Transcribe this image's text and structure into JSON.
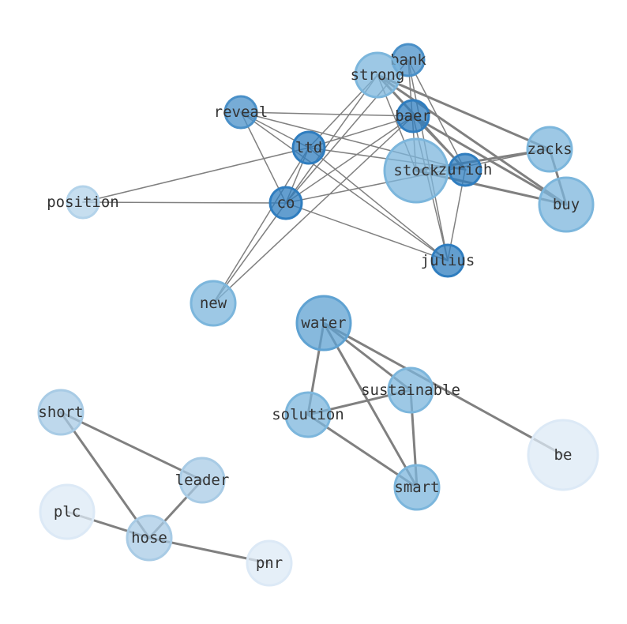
{
  "nodes": [
    {
      "id": "bank",
      "label": "bank",
      "color": "#4a90c8"
    },
    {
      "id": "strong",
      "label": "strong",
      "color": "#7cb6dc"
    },
    {
      "id": "reveal",
      "label": "reveal",
      "color": "#4a90c8"
    },
    {
      "id": "baer",
      "label": "baer",
      "color": "#2f7dbf"
    },
    {
      "id": "ltd",
      "label": "ltd",
      "color": "#2f7dbf"
    },
    {
      "id": "stock",
      "label": "stock",
      "color": "#7cb6dc"
    },
    {
      "id": "zurich",
      "label": "zurich",
      "color": "#2f7dbf"
    },
    {
      "id": "zacks",
      "label": "zacks",
      "color": "#7cb6dc"
    },
    {
      "id": "buy",
      "label": "buy",
      "color": "#7cb6dc"
    },
    {
      "id": "position",
      "label": "position",
      "color": "#b3d3ea"
    },
    {
      "id": "co",
      "label": "co",
      "color": "#2f7dbf"
    },
    {
      "id": "julius",
      "label": "julius",
      "color": "#2f7dbf"
    },
    {
      "id": "new",
      "label": "new",
      "color": "#7cb6dc"
    },
    {
      "id": "water",
      "label": "water",
      "color": "#5fa2d2"
    },
    {
      "id": "sustainable",
      "label": "sustainable",
      "color": "#7cb6dc"
    },
    {
      "id": "solution",
      "label": "solution",
      "color": "#7cb6dc"
    },
    {
      "id": "smart",
      "label": "smart",
      "color": "#7cb6dc"
    },
    {
      "id": "be",
      "label": "be",
      "color": "#dce9f6"
    },
    {
      "id": "short",
      "label": "short",
      "color": "#a8cbe5"
    },
    {
      "id": "leader",
      "label": "leader",
      "color": "#a8cbe5"
    },
    {
      "id": "plc",
      "label": "plc",
      "color": "#dce9f6"
    },
    {
      "id": "hose",
      "label": "hose",
      "color": "#a8cbe5"
    },
    {
      "id": "pnr",
      "label": "pnr",
      "color": "#dce9f6"
    }
  ],
  "edges": [
    {
      "source": "reveal",
      "target": "baer",
      "weight": "thin"
    },
    {
      "source": "reveal",
      "target": "ltd",
      "weight": "thin"
    },
    {
      "source": "reveal",
      "target": "zurich",
      "weight": "thin"
    },
    {
      "source": "reveal",
      "target": "co",
      "weight": "thin"
    },
    {
      "source": "reveal",
      "target": "julius",
      "weight": "thin"
    },
    {
      "source": "ltd",
      "target": "baer",
      "weight": "thin"
    },
    {
      "source": "ltd",
      "target": "strong",
      "weight": "thin"
    },
    {
      "source": "ltd",
      "target": "zurich",
      "weight": "thin"
    },
    {
      "source": "ltd",
      "target": "co",
      "weight": "thin"
    },
    {
      "source": "ltd",
      "target": "julius",
      "weight": "thin"
    },
    {
      "source": "ltd",
      "target": "new",
      "weight": "thin"
    },
    {
      "source": "ltd",
      "target": "position",
      "weight": "thin"
    },
    {
      "source": "co",
      "target": "position",
      "weight": "thin"
    },
    {
      "source": "co",
      "target": "baer",
      "weight": "thin"
    },
    {
      "source": "co",
      "target": "strong",
      "weight": "thin"
    },
    {
      "source": "co",
      "target": "bank",
      "weight": "thin"
    },
    {
      "source": "co",
      "target": "julius",
      "weight": "thin"
    },
    {
      "source": "co",
      "target": "new",
      "weight": "thin"
    },
    {
      "source": "co",
      "target": "zacks",
      "weight": "thin"
    },
    {
      "source": "new",
      "target": "baer",
      "weight": "thin"
    },
    {
      "source": "baer",
      "target": "julius",
      "weight": "thin"
    },
    {
      "source": "baer",
      "target": "zurich",
      "weight": "thin"
    },
    {
      "source": "bank",
      "target": "julius",
      "weight": "thin"
    },
    {
      "source": "bank",
      "target": "zurich",
      "weight": "thin"
    },
    {
      "source": "bank",
      "target": "stock",
      "weight": "thin"
    },
    {
      "source": "strong",
      "target": "stock",
      "weight": "thin"
    },
    {
      "source": "zurich",
      "target": "julius",
      "weight": "thin"
    },
    {
      "source": "strong",
      "target": "zacks",
      "weight": "thick"
    },
    {
      "source": "strong",
      "target": "buy",
      "weight": "thick"
    },
    {
      "source": "strong",
      "target": "zurich",
      "weight": "thick"
    },
    {
      "source": "baer",
      "target": "buy",
      "weight": "thick"
    },
    {
      "source": "stock",
      "target": "buy",
      "weight": "thick"
    },
    {
      "source": "stock",
      "target": "zacks",
      "weight": "thick"
    },
    {
      "source": "zacks",
      "target": "buy",
      "weight": "thick"
    },
    {
      "source": "water",
      "target": "sustainable",
      "weight": "thick"
    },
    {
      "source": "water",
      "target": "solution",
      "weight": "thick"
    },
    {
      "source": "water",
      "target": "smart",
      "weight": "thick"
    },
    {
      "source": "water",
      "target": "be",
      "weight": "thick"
    },
    {
      "source": "solution",
      "target": "sustainable",
      "weight": "thick"
    },
    {
      "source": "solution",
      "target": "smart",
      "weight": "thick"
    },
    {
      "source": "sustainable",
      "target": "smart",
      "weight": "thick"
    },
    {
      "source": "short",
      "target": "leader",
      "weight": "thick"
    },
    {
      "source": "short",
      "target": "hose",
      "weight": "thick"
    },
    {
      "source": "leader",
      "target": "hose",
      "weight": "thick"
    },
    {
      "source": "plc",
      "target": "hose",
      "weight": "thick"
    },
    {
      "source": "hose",
      "target": "pnr",
      "weight": "thick"
    }
  ]
}
